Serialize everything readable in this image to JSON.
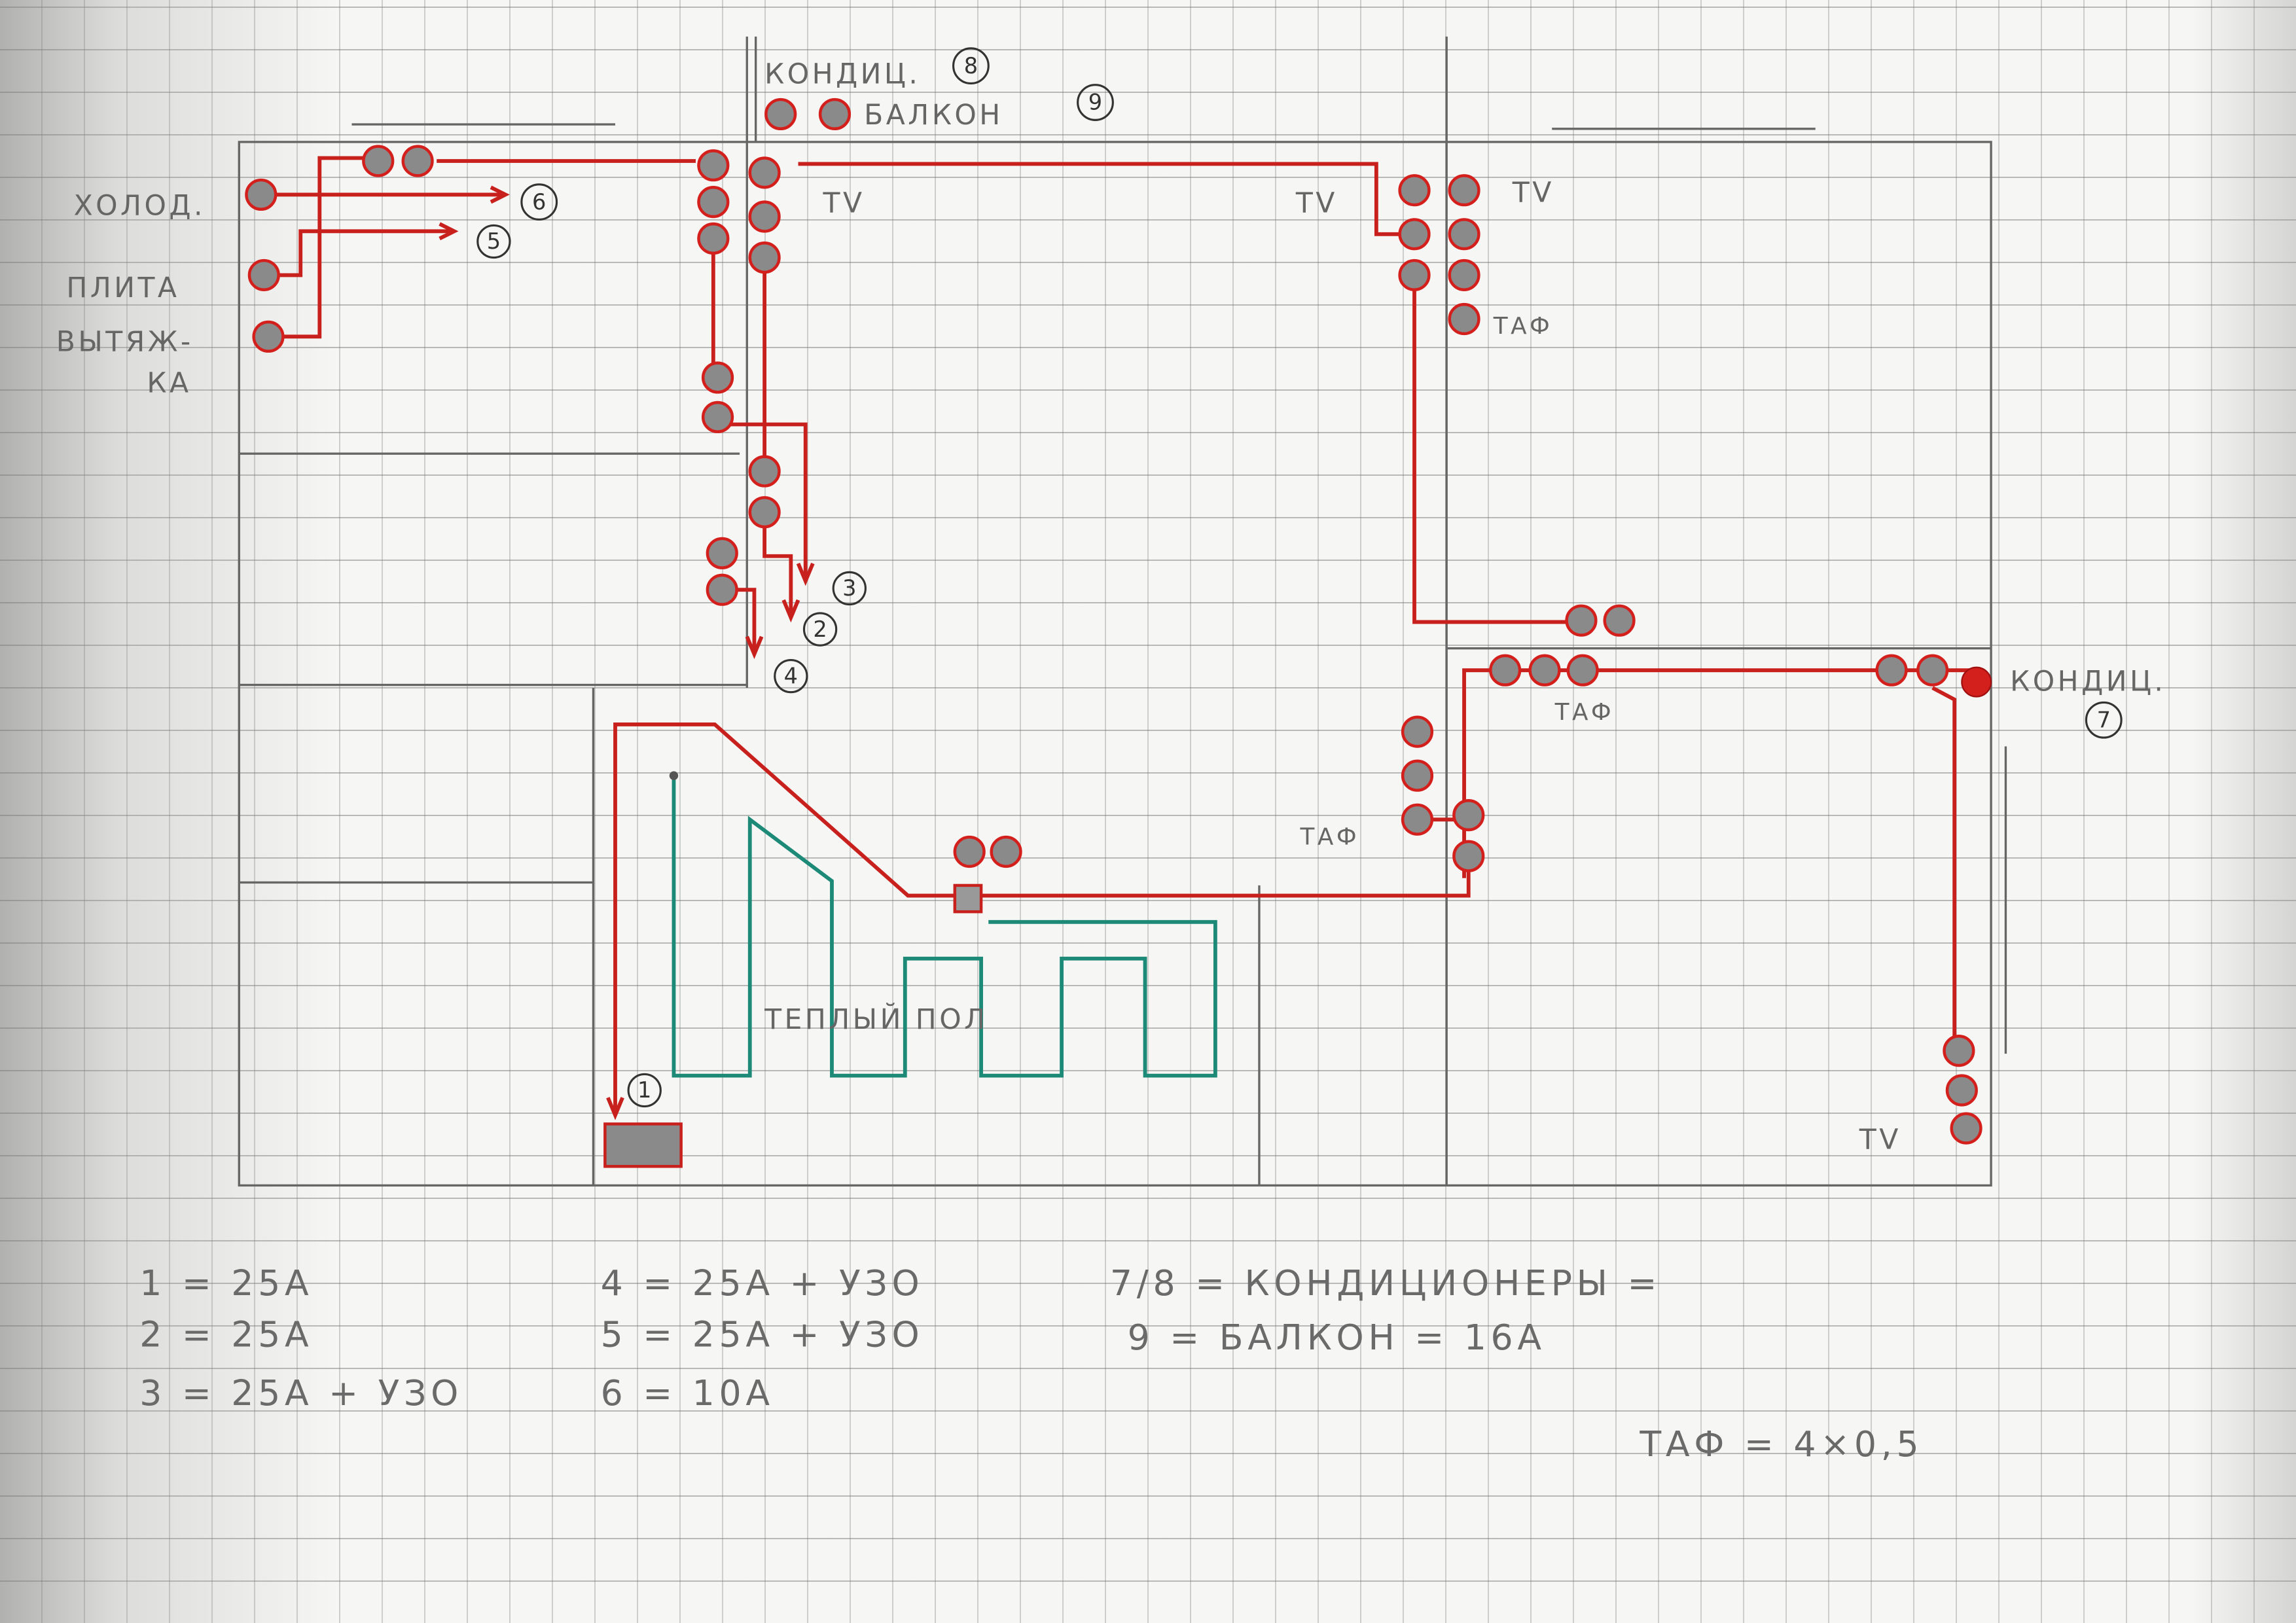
{
  "labels": {
    "fridge": "ХОЛОД.",
    "stove": "ПЛИТА",
    "hood_1": "ВЫТЯЖ-",
    "hood_2": "КА",
    "ac8": "КОНДИЦ.",
    "ac8_num": "8",
    "balcony": "БАЛКОН",
    "balcony_num": "9",
    "tv1": "TV",
    "tv2": "TV",
    "tv3": "TV",
    "tv4": "TV",
    "taf1": "ТАФ",
    "taf2": "ТАФ",
    "taf3": "ТАФ",
    "ac7": "КОНДИЦ.",
    "ac7_num": "7",
    "floor_heating": "ТЕПЛЫЙ ПОЛ",
    "c1": "1",
    "c2": "2",
    "c3": "3",
    "c4": "4",
    "c5": "5",
    "c6": "6"
  },
  "legend": [
    "1 = 25А",
    "2 = 25А",
    "3 = 25А + УЗО",
    "4 = 25А + УЗО",
    "5 = 25А + УЗО",
    "6 = 10А",
    "7/8 = КОНДИЦИОНЕРЫ =",
    "9 = БАЛКОН = 16А",
    "ТАФ = 4×0,5"
  ],
  "colors": {
    "wire": "#c8201c",
    "heating": "#1d8a78",
    "pencil": "#555555"
  }
}
